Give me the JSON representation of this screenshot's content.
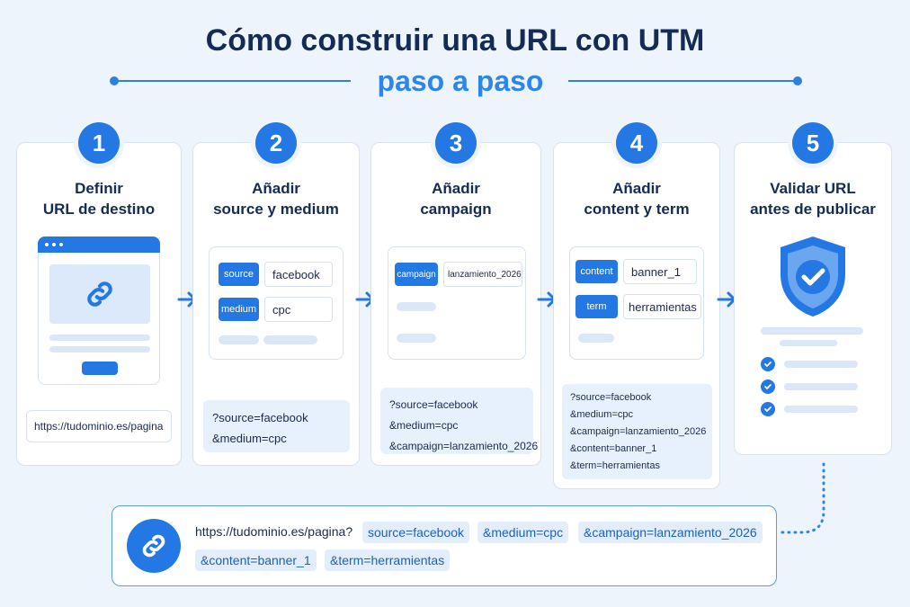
{
  "header": {
    "title": "Cómo construir una URL con UTM",
    "subtitle": "paso a paso"
  },
  "steps": [
    {
      "number": "1",
      "title_line1": "Definir",
      "title_line2": "URL de destino",
      "url": "https://tudominio.es/pagina"
    },
    {
      "number": "2",
      "title_line1": "Añadir",
      "title_line2": "source y medium",
      "fields": [
        {
          "key": "source",
          "value": "facebook"
        },
        {
          "key": "medium",
          "value": "cpc"
        }
      ],
      "query": [
        "?source=facebook",
        "&medium=cpc"
      ]
    },
    {
      "number": "3",
      "title_line1": "Añadir",
      "title_line2": "campaign",
      "fields": [
        {
          "key": "campaign",
          "value": "lanzamiento_2026"
        }
      ],
      "query": [
        "?source=facebook",
        "&medium=cpc",
        "&campaign=lanzamiento_2026"
      ]
    },
    {
      "number": "4",
      "title_line1": "Añadir",
      "title_line2": "content y term",
      "fields": [
        {
          "key": "content",
          "value": "banner_1"
        },
        {
          "key": "term",
          "value": "herramientas"
        }
      ],
      "query": [
        "?source=facebook",
        "&medium=cpc",
        "&campaign=lanzamiento_2026",
        "&content=banner_1",
        "&term=herramientas"
      ]
    },
    {
      "number": "5",
      "title_line1": "Validar URL",
      "title_line2": "antes de publicar"
    }
  ],
  "final_url": {
    "base": "https://tudominio.es/pagina?",
    "parts": [
      "source=facebook",
      "&medium=cpc",
      "&campaign=lanzamiento_2026",
      "&content=banner_1",
      "&term=herramientas"
    ]
  },
  "colors": {
    "accent": "#2478e3",
    "title": "#142c55",
    "subtitle": "#2f86ea",
    "background": "#eef4fb"
  },
  "icons": [
    "link-icon",
    "arrow-right-icon",
    "shield-check-icon",
    "check-icon"
  ]
}
